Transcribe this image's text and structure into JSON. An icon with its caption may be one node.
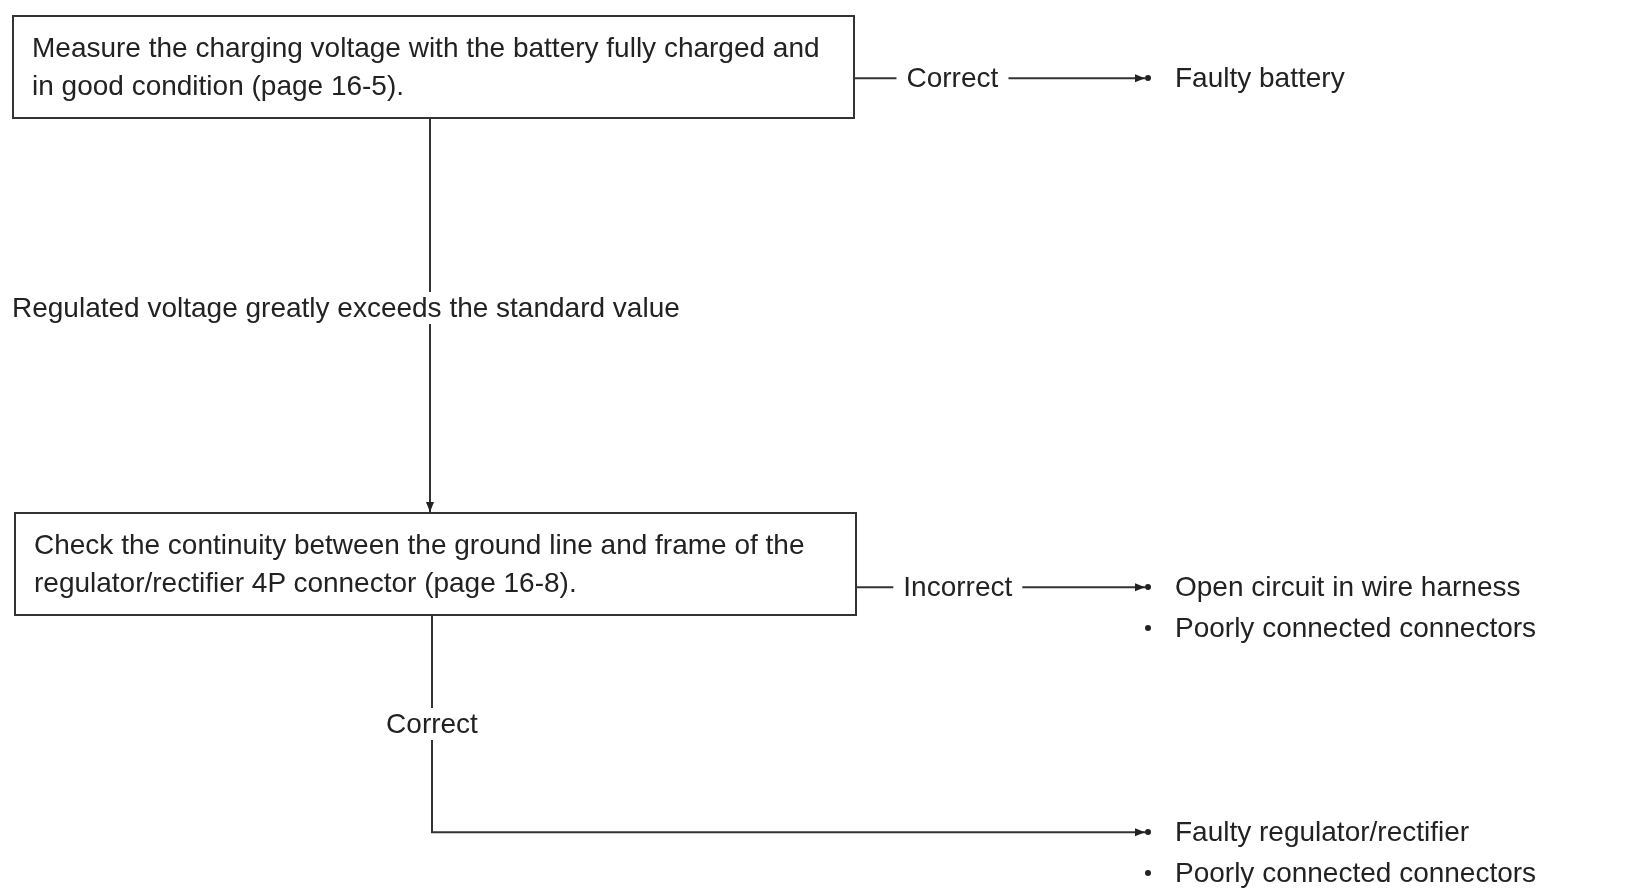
{
  "diagram": {
    "nodes": [
      {
        "text": [
          "Measure the charging voltage with the battery fully charged and in good condition (page 16-5)."
        ]
      },
      {
        "text": [
          "Faulty battery"
        ]
      },
      {
        "text": [
          "Regulated voltage greatly exceeds the standard value"
        ]
      },
      {
        "text": [
          "Check the continuity between the ground line and frame of the regulator/rectifier 4P connector (page 16-8)."
        ]
      },
      {
        "text": [
          "Open circuit in wire harness",
          "Poorly connected connectors"
        ]
      },
      {
        "text": [
          "Faulty regulator/rectifier",
          "Poorly connected connectors"
        ]
      }
    ],
    "edges": [
      {
        "from": 0,
        "to": 1,
        "arrow": "to",
        "label": "Correct"
      },
      {
        "from": 0,
        "to": 2,
        "arrow": "none"
      },
      {
        "from": 2,
        "to": 3,
        "arrow": "to"
      },
      {
        "from": 3,
        "to": 4,
        "arrow": "to",
        "label": "Incorrect"
      },
      {
        "from": 3,
        "to": 5,
        "arrow": "to",
        "label": "Correct"
      }
    ]
  }
}
